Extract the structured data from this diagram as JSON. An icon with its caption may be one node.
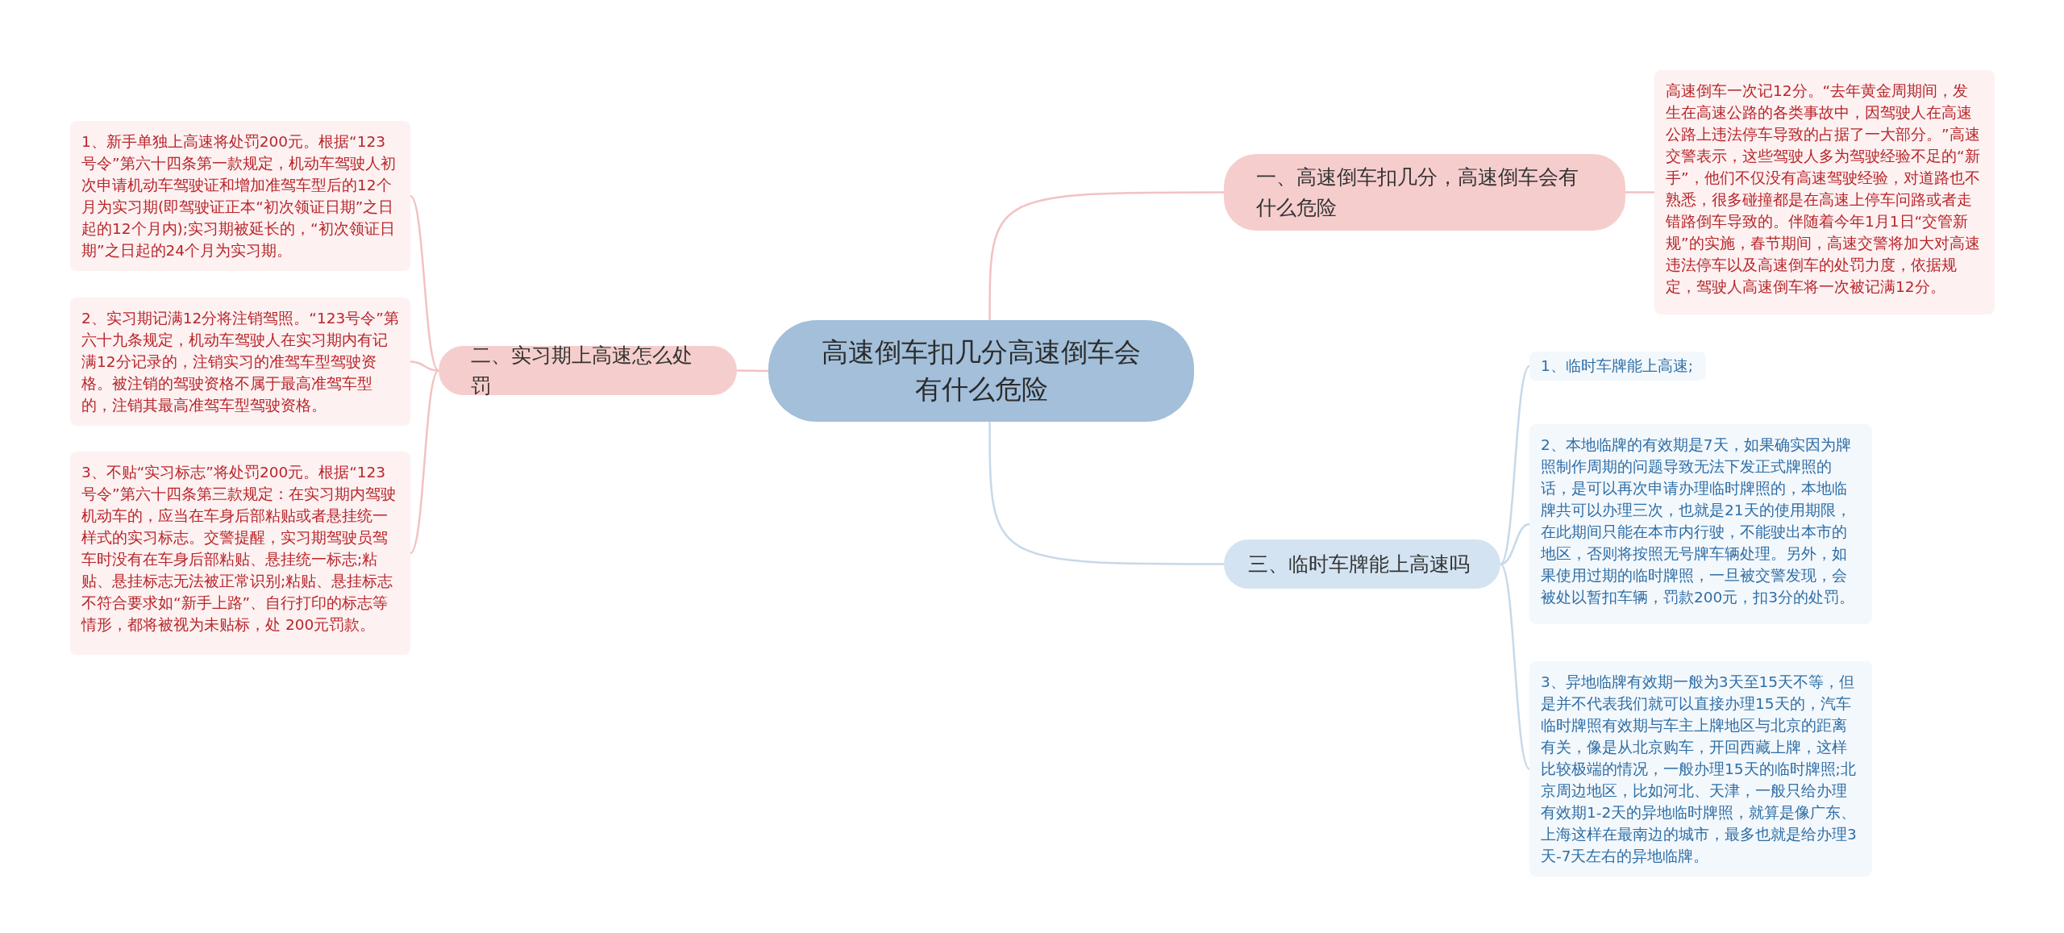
{
  "diagram": {
    "nodes": [
      {
        "text": [
          "高速倒车扣几分高速倒车会有什么危险"
        ]
      },
      {
        "text": [
          "一、高速倒车扣几分，高速倒车会有什么危险"
        ]
      },
      {
        "text": [
          "高速倒车一次记12分。“去年黄金周期间，发生在高速公路的各类事故中，因驾驶人在高速公路上违法停车导致的占据了一大部分。”高速交警表示，这些驾驶人多为驾驶经验不足的“新手”，他们不仅没有高速驾驶经验，对道路也不熟悉，很多碰撞都是在高速上停车问路或者走错路倒车导致的。伴随着今年1月1日“交管新规”的实施，春节期间，高速交警将加大对高速违法停车以及高速倒车的处罚力度，依据规定，驾驶人高速倒车将一次被记满12分。"
        ]
      },
      {
        "text": [
          "二、实习期上高速怎么处罚"
        ]
      },
      {
        "text": [
          "1、新手单独上高速将处罚200元。根据“123号令”第六十四条第一款规定，机动车驾驶人初次申请机动车驾驶证和增加准驾车型后的12个月为实习期(即驾驶证正本“初次领证日期”之日起的12个月内);实习期被延长的，“初次领证日期”之日起的24个月为实习期。"
        ]
      },
      {
        "text": [
          "2、实习期记满12分将注销驾照。“123号令”第六十九条规定，机动车驾驶人在实习期内有记满12分记录的，注销实习的准驾车型驾驶资格。被注销的驾驶资格不属于最高准驾车型的，注销其最高准驾车型驾驶资格。"
        ]
      },
      {
        "text": [
          "3、不贴“实习标志”将处罚200元。根据“123号令”第六十四条第三款规定：在实习期内驾驶机动车的，应当在车身后部粘贴或者悬挂统一样式的实习标志。交警提醒，实习期驾驶员驾车时没有在车身后部粘贴、悬挂统一标志;粘贴、悬挂标志无法被正常识别;粘贴、悬挂标志不符合要求如“新手上路”、自行打印的标志等情形，都将被视为未贴标，处 200元罚款。"
        ]
      },
      {
        "text": [
          "三、临时车牌能上高速吗"
        ]
      },
      {
        "text": [
          "1、临时车牌能上高速;"
        ]
      },
      {
        "text": [
          "2、本地临牌的有效期是7天，如果确实因为牌照制作周期的问题导致无法下发正式牌照的话，是可以再次申请办理临时牌照的，本地临牌共可以办理三次，也就是21天的使用期限，在此期间只能在本市内行驶，不能驶出本市的地区，否则将按照无号牌车辆处理。另外，如果使用过期的临时牌照，一旦被交警发现，会被处以暂扣车辆，罚款200元，扣3分的处罚。"
        ]
      },
      {
        "text": [
          "3、异地临牌有效期一般为3天至15天不等，但是并不代表我们就可以直接办理15天的，汽车临时牌照有效期与车主上牌地区与北京的距离有关，像是从北京购车，开回西藏上牌，这样比较极端的情况，一般办理15天的临时牌照;北京周边地区，比如河北、天津，一般只给办理有效期1-2天的异地临时牌照，就算是像广东、上海这样在最南边的城市，最多也就是给办理3天-7天左右的异地临牌。"
        ]
      }
    ],
    "edges": [
      {
        "from": 0,
        "to": 1,
        "arrow": "none"
      },
      {
        "from": 1,
        "to": 2,
        "arrow": "none"
      },
      {
        "from": 0,
        "to": 3,
        "arrow": "none"
      },
      {
        "from": 3,
        "to": 4,
        "arrow": "none"
      },
      {
        "from": 3,
        "to": 5,
        "arrow": "none"
      },
      {
        "from": 3,
        "to": 6,
        "arrow": "none"
      },
      {
        "from": 0,
        "to": 7,
        "arrow": "none",
        "color": "#c6d9ea"
      },
      {
        "from": 7,
        "to": 8,
        "arrow": "none",
        "color": "#c6d9ea"
      },
      {
        "from": 7,
        "to": 9,
        "arrow": "none",
        "color": "#c6d9ea"
      },
      {
        "from": 7,
        "to": 10,
        "arrow": "none",
        "color": "#c6d9ea"
      }
    ]
  }
}
